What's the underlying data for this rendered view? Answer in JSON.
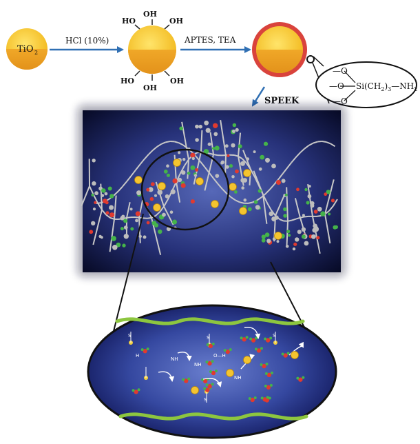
{
  "steps": {
    "tio2_label": "TiO",
    "tio2_sub": "2",
    "reagent_1": "HCl (10%)",
    "reagent_2": "APTES, TEA",
    "reagent_3": "SPEEK",
    "hydroxyl": "OH",
    "hydroxyl_left": "HO"
  },
  "silane": {
    "o_bond": "O",
    "si_group": "Si(CH",
    "sub_2": "2",
    "close_paren": ")",
    "sub_3": "3",
    "amine": "NH",
    "dash": "—"
  },
  "zoom_labels": {
    "nh2": "NH",
    "sub_2": "2",
    "h": "H",
    "o": "O",
    "s": "S",
    "oh": "O—H"
  },
  "colors": {
    "particle_fill": "#f2c12e",
    "particle_band": "#e8a21b",
    "shell_red": "#d9433c",
    "arrow_blue": "#2f6fb3",
    "backbone_green": "#8dc63f",
    "background_navy": "#0d1240"
  }
}
